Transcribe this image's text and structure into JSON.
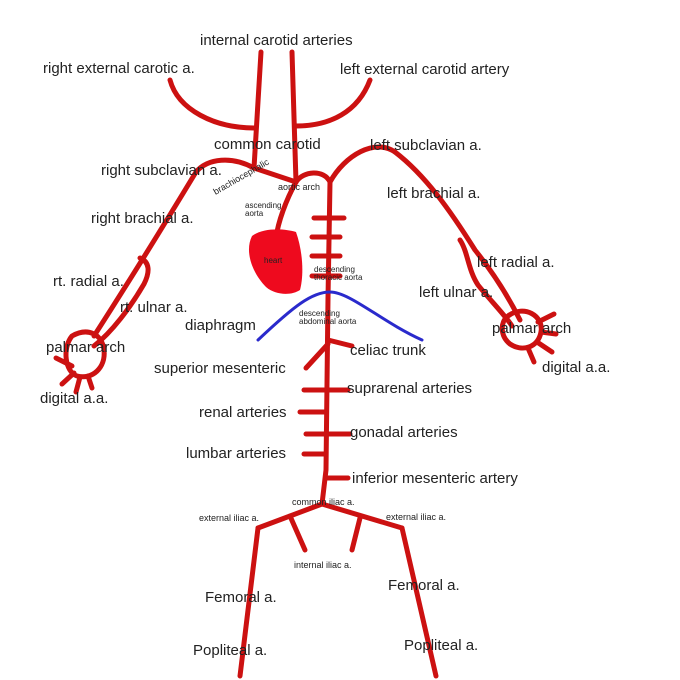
{
  "colors": {
    "artery": "#cc1111",
    "heart": "#ee0a1e",
    "diaphragm": "#2a2acc",
    "label": "#222222"
  },
  "labels": {
    "internal_carotid": "internal carotid arteries",
    "right_external_carotid": "right external carotic a.",
    "left_external_carotid": "left external carotid artery",
    "common_carotid": "common carotid",
    "left_subclavian": "left subclavian a.",
    "right_subclavian": "right subclavian a.",
    "brachiocephalic": "brachiocephalic",
    "aortic_arch": "aortic arch",
    "ascending_aorta_1": "ascending",
    "ascending_aorta_2": "aorta",
    "left_brachial": "left brachial a.",
    "right_brachial": "right brachial a.",
    "heart": "heart",
    "descending_thoracic_1": "descending",
    "descending_thoracic_2": "thoracic aorta",
    "left_radial": "left radial a.",
    "rt_radial": "rt. radial a.",
    "rt_ulnar": "rt. ulnar a.",
    "left_ulnar": "left ulnar a.",
    "descending_abdominal_1": "descending",
    "descending_abdominal_2": "abdominal aorta",
    "diaphragm": "diaphragm",
    "palmar_arch_right": "palmar arch",
    "palmar_arch_left": "palmar arch",
    "celiac_trunk": "celiac trunk",
    "superior_mesenteric": "superior mesenteric",
    "digital_left": "digital a.a.",
    "digital_right": "digital a.a.",
    "suprarenal": "suprarenal arteries",
    "renal": "renal arteries",
    "gonadal": "gonadal arteries",
    "lumbar": "lumbar arteries",
    "inferior_mesenteric": "inferior mesenteric artery",
    "common_iliac": "common iliac a.",
    "external_iliac_right": "external iliac a.",
    "external_iliac_left": "external iliac a.",
    "internal_iliac": "internal iliac a.",
    "femoral_right": "Femoral a.",
    "femoral_left": "Femoral a.",
    "popliteal_right": "Popliteal a.",
    "popliteal_left": "Popliteal a."
  }
}
